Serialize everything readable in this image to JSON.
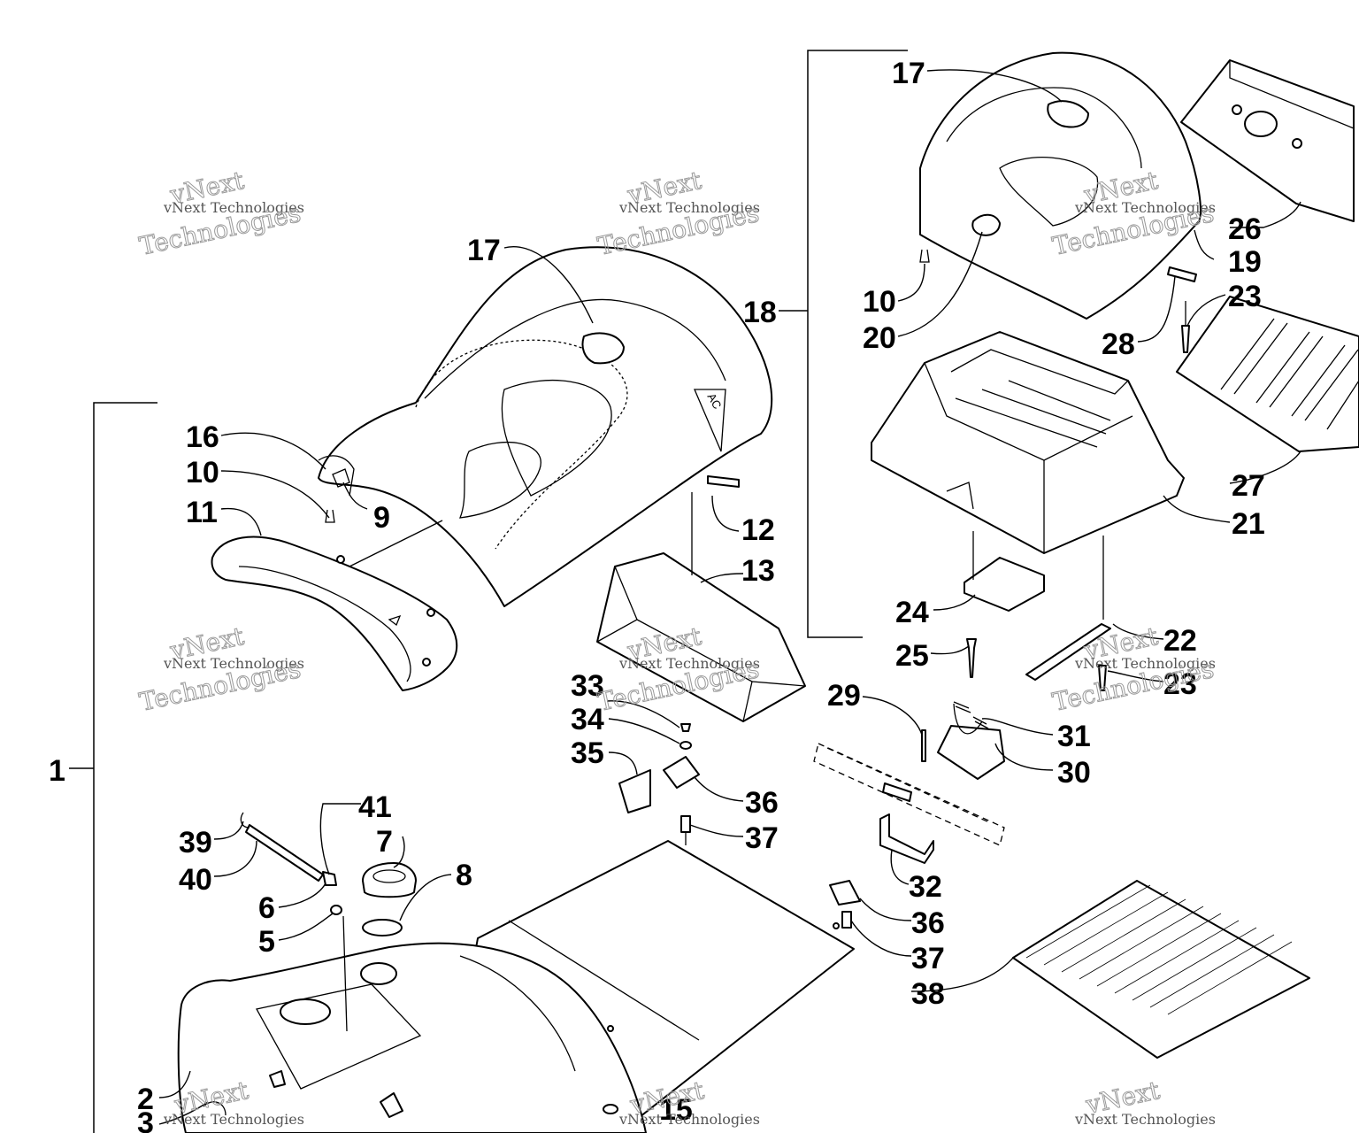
{
  "watermark": {
    "line1": "vNext Technologies",
    "line2": "vNext",
    "line3": "Technologies"
  },
  "callouts": {
    "c1": "1",
    "c2": "2",
    "c3": "3",
    "c5": "5",
    "c6": "6",
    "c7": "7",
    "c8": "8",
    "c9": "9",
    "c10": "10",
    "c11": "11",
    "c12": "12",
    "c13": "13",
    "c15": "15",
    "c16": "16",
    "c17": "17",
    "c18": "18",
    "c19": "19",
    "c20": "20",
    "c21": "21",
    "c22": "22",
    "c23": "23",
    "c24": "24",
    "c25": "25",
    "c26": "26",
    "c27": "27",
    "c28": "28",
    "c29": "29",
    "c30": "30",
    "c31": "31",
    "c32": "32",
    "c33": "33",
    "c34": "34",
    "c35": "35",
    "c36": "36",
    "c37": "37",
    "c38": "38",
    "c39": "39",
    "c40": "40",
    "c41": "41"
  },
  "seal_text": "AC"
}
